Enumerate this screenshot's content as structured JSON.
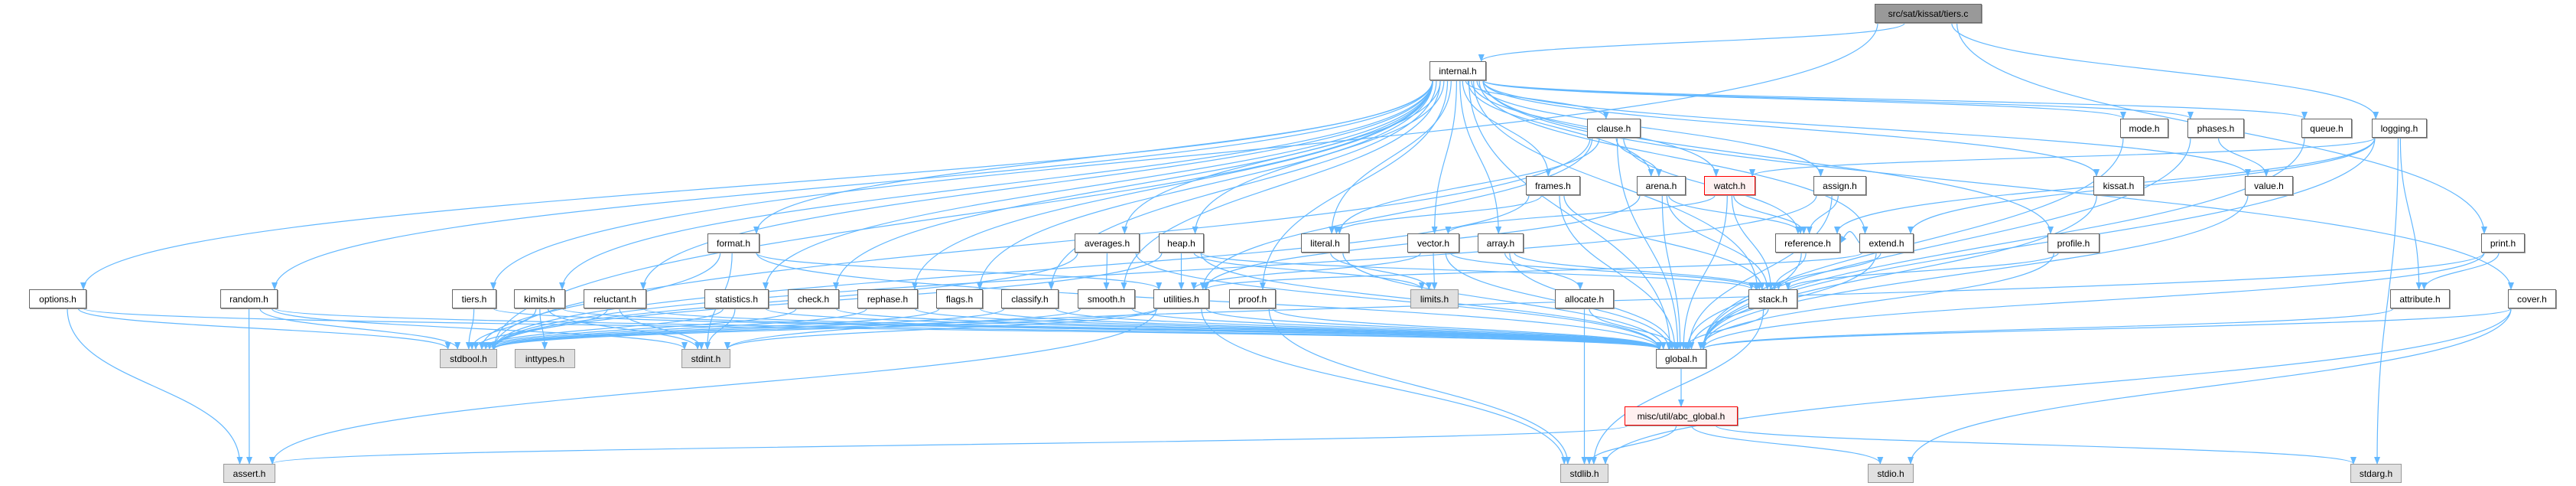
{
  "colors": {
    "edge": "#63b8ff",
    "node_border": "#666666",
    "external_fill": "#e0e0e0",
    "root_fill": "#999999",
    "truncated_border": "#ff0000"
  },
  "nodes": [
    {
      "id": "tiers_c",
      "label": "src/sat/kissat/tiers.c",
      "kind": "root"
    },
    {
      "id": "internal",
      "label": "internal.h",
      "kind": "normal"
    },
    {
      "id": "clause",
      "label": "clause.h",
      "kind": "normal"
    },
    {
      "id": "mode",
      "label": "mode.h",
      "kind": "normal"
    },
    {
      "id": "phases",
      "label": "phases.h",
      "kind": "normal"
    },
    {
      "id": "queue",
      "label": "queue.h",
      "kind": "normal"
    },
    {
      "id": "logging",
      "label": "logging.h",
      "kind": "normal"
    },
    {
      "id": "frames",
      "label": "frames.h",
      "kind": "normal"
    },
    {
      "id": "arena",
      "label": "arena.h",
      "kind": "normal"
    },
    {
      "id": "watch",
      "label": "watch.h",
      "kind": "red"
    },
    {
      "id": "assign",
      "label": "assign.h",
      "kind": "normal"
    },
    {
      "id": "kissat",
      "label": "kissat.h",
      "kind": "normal"
    },
    {
      "id": "value",
      "label": "value.h",
      "kind": "normal"
    },
    {
      "id": "format",
      "label": "format.h",
      "kind": "normal"
    },
    {
      "id": "averages",
      "label": "averages.h",
      "kind": "normal"
    },
    {
      "id": "heap",
      "label": "heap.h",
      "kind": "normal"
    },
    {
      "id": "literal",
      "label": "literal.h",
      "kind": "normal"
    },
    {
      "id": "vector",
      "label": "vector.h",
      "kind": "normal"
    },
    {
      "id": "array",
      "label": "array.h",
      "kind": "normal"
    },
    {
      "id": "reference",
      "label": "reference.h",
      "kind": "normal"
    },
    {
      "id": "extend",
      "label": "extend.h",
      "kind": "normal"
    },
    {
      "id": "profile",
      "label": "profile.h",
      "kind": "normal"
    },
    {
      "id": "print",
      "label": "print.h",
      "kind": "normal"
    },
    {
      "id": "options",
      "label": "options.h",
      "kind": "normal"
    },
    {
      "id": "random",
      "label": "random.h",
      "kind": "normal"
    },
    {
      "id": "tiers_h",
      "label": "tiers.h",
      "kind": "normal"
    },
    {
      "id": "kimits",
      "label": "kimits.h",
      "kind": "normal"
    },
    {
      "id": "reluctant",
      "label": "reluctant.h",
      "kind": "normal"
    },
    {
      "id": "statistics",
      "label": "statistics.h",
      "kind": "normal"
    },
    {
      "id": "check",
      "label": "check.h",
      "kind": "normal"
    },
    {
      "id": "rephase",
      "label": "rephase.h",
      "kind": "normal"
    },
    {
      "id": "flags",
      "label": "flags.h",
      "kind": "normal"
    },
    {
      "id": "classify",
      "label": "classify.h",
      "kind": "normal"
    },
    {
      "id": "smooth",
      "label": "smooth.h",
      "kind": "normal"
    },
    {
      "id": "utilities",
      "label": "utilities.h",
      "kind": "normal"
    },
    {
      "id": "proof",
      "label": "proof.h",
      "kind": "normal"
    },
    {
      "id": "limits",
      "label": "limits.h",
      "kind": "ext"
    },
    {
      "id": "allocate",
      "label": "allocate.h",
      "kind": "normal"
    },
    {
      "id": "stack",
      "label": "stack.h",
      "kind": "normal"
    },
    {
      "id": "attribute",
      "label": "attribute.h",
      "kind": "normal"
    },
    {
      "id": "cover",
      "label": "cover.h",
      "kind": "normal"
    },
    {
      "id": "stdbool",
      "label": "stdbool.h",
      "kind": "ext"
    },
    {
      "id": "inttypes",
      "label": "inttypes.h",
      "kind": "ext"
    },
    {
      "id": "stdint",
      "label": "stdint.h",
      "kind": "ext"
    },
    {
      "id": "global",
      "label": "global.h",
      "kind": "normal"
    },
    {
      "id": "abc_global",
      "label": "misc/util/abc_global.h",
      "kind": "red"
    },
    {
      "id": "assert",
      "label": "assert.h",
      "kind": "ext"
    },
    {
      "id": "stdlib",
      "label": "stdlib.h",
      "kind": "ext"
    },
    {
      "id": "stdio",
      "label": "stdio.h",
      "kind": "ext"
    },
    {
      "id": "stdarg",
      "label": "stdarg.h",
      "kind": "ext"
    }
  ],
  "edges": [
    [
      "tiers_c",
      "internal"
    ],
    [
      "tiers_c",
      "logging"
    ],
    [
      "tiers_c",
      "print"
    ],
    [
      "tiers_c",
      "tiers_h"
    ],
    [
      "internal",
      "arena"
    ],
    [
      "internal",
      "array"
    ],
    [
      "internal",
      "assign"
    ],
    [
      "internal",
      "averages"
    ],
    [
      "internal",
      "check"
    ],
    [
      "internal",
      "classify"
    ],
    [
      "internal",
      "clause"
    ],
    [
      "internal",
      "cover"
    ],
    [
      "internal",
      "extend"
    ],
    [
      "internal",
      "flags"
    ],
    [
      "internal",
      "format"
    ],
    [
      "internal",
      "frames"
    ],
    [
      "internal",
      "heap"
    ],
    [
      "internal",
      "kimits"
    ],
    [
      "internal",
      "kissat"
    ],
    [
      "internal",
      "literal"
    ],
    [
      "internal",
      "mode"
    ],
    [
      "internal",
      "options"
    ],
    [
      "internal",
      "phases"
    ],
    [
      "internal",
      "profile"
    ],
    [
      "internal",
      "proof"
    ],
    [
      "internal",
      "queue"
    ],
    [
      "internal",
      "random"
    ],
    [
      "internal",
      "reluctant"
    ],
    [
      "internal",
      "rephase"
    ],
    [
      "internal",
      "smooth"
    ],
    [
      "internal",
      "stack"
    ],
    [
      "internal",
      "statistics"
    ],
    [
      "internal",
      "stdbool"
    ],
    [
      "internal",
      "value"
    ],
    [
      "internal",
      "vector"
    ],
    [
      "internal",
      "watch"
    ],
    [
      "internal",
      "global"
    ],
    [
      "clause",
      "arena"
    ],
    [
      "clause",
      "literal"
    ],
    [
      "clause",
      "reference"
    ],
    [
      "clause",
      "utilities"
    ],
    [
      "clause",
      "stdbool"
    ],
    [
      "clause",
      "global"
    ],
    [
      "arena",
      "reference"
    ],
    [
      "arena",
      "stack"
    ],
    [
      "arena",
      "utilities"
    ],
    [
      "arena",
      "global"
    ],
    [
      "watch",
      "reference"
    ],
    [
      "watch",
      "stack"
    ],
    [
      "watch",
      "vector"
    ],
    [
      "watch",
      "global"
    ],
    [
      "assign",
      "reference"
    ],
    [
      "assign",
      "stdbool"
    ],
    [
      "assign",
      "global"
    ],
    [
      "frames",
      "literal"
    ],
    [
      "frames",
      "stack"
    ],
    [
      "frames",
      "stdbool"
    ],
    [
      "frames",
      "global"
    ],
    [
      "literal",
      "limits"
    ],
    [
      "literal",
      "global"
    ],
    [
      "vector",
      "limits"
    ],
    [
      "vector",
      "stack"
    ],
    [
      "vector",
      "utilities"
    ],
    [
      "vector",
      "global"
    ],
    [
      "array",
      "allocate"
    ],
    [
      "array",
      "stack"
    ],
    [
      "array",
      "global"
    ],
    [
      "allocate",
      "stdlib"
    ],
    [
      "allocate",
      "global"
    ],
    [
      "heap",
      "utilities"
    ],
    [
      "heap",
      "stack"
    ],
    [
      "heap",
      "stdbool"
    ],
    [
      "heap",
      "limits"
    ],
    [
      "heap",
      "global"
    ],
    [
      "averages",
      "smooth"
    ],
    [
      "averages",
      "stdbool"
    ],
    [
      "averages",
      "global"
    ],
    [
      "smooth",
      "stdbool"
    ],
    [
      "smooth",
      "global"
    ],
    [
      "utilities",
      "assert"
    ],
    [
      "utilities",
      "stdbool"
    ],
    [
      "utilities",
      "stdint"
    ],
    [
      "utilities",
      "stdlib"
    ],
    [
      "utilities",
      "global"
    ],
    [
      "format",
      "utilities"
    ],
    [
      "format",
      "stdbool"
    ],
    [
      "format",
      "stdint"
    ],
    [
      "format",
      "global"
    ],
    [
      "options",
      "assert"
    ],
    [
      "options",
      "stdbool"
    ],
    [
      "options",
      "global"
    ],
    [
      "random",
      "assert"
    ],
    [
      "random",
      "stdbool"
    ],
    [
      "random",
      "stdint"
    ],
    [
      "random",
      "global"
    ],
    [
      "tiers_h",
      "stdbool"
    ],
    [
      "tiers_h",
      "global"
    ],
    [
      "kimits",
      "inttypes"
    ],
    [
      "kimits",
      "stdbool"
    ],
    [
      "kimits",
      "stdint"
    ],
    [
      "kimits",
      "global"
    ],
    [
      "reluctant",
      "stdbool"
    ],
    [
      "reluctant",
      "stdint"
    ],
    [
      "reluctant",
      "global"
    ],
    [
      "statistics",
      "stdbool"
    ],
    [
      "statistics",
      "stdint"
    ],
    [
      "statistics",
      "global"
    ],
    [
      "check",
      "stdbool"
    ],
    [
      "check",
      "global"
    ],
    [
      "rephase",
      "stdbool"
    ],
    [
      "rephase",
      "global"
    ],
    [
      "flags",
      "stdbool"
    ],
    [
      "flags",
      "global"
    ],
    [
      "classify",
      "stdbool"
    ],
    [
      "classify",
      "global"
    ],
    [
      "proof",
      "stdlib"
    ],
    [
      "proof",
      "global"
    ],
    [
      "reference",
      "stack"
    ],
    [
      "reference",
      "global"
    ],
    [
      "extend",
      "reference"
    ],
    [
      "extend",
      "stack"
    ],
    [
      "extend",
      "utilities"
    ],
    [
      "extend",
      "global"
    ],
    [
      "profile",
      "stack"
    ],
    [
      "profile",
      "global"
    ],
    [
      "stack",
      "stdlib"
    ],
    [
      "stack",
      "global"
    ],
    [
      "logging",
      "watch"
    ],
    [
      "logging",
      "reference"
    ],
    [
      "logging",
      "extend"
    ],
    [
      "logging",
      "attribute"
    ],
    [
      "logging",
      "global"
    ],
    [
      "logging",
      "stdarg"
    ],
    [
      "print",
      "attribute"
    ],
    [
      "print",
      "global"
    ],
    [
      "print",
      "stdint"
    ],
    [
      "cover",
      "global"
    ],
    [
      "cover",
      "stdio"
    ],
    [
      "cover",
      "stdlib"
    ],
    [
      "attribute",
      "global"
    ],
    [
      "mode",
      "global"
    ],
    [
      "phases",
      "global"
    ],
    [
      "phases",
      "value"
    ],
    [
      "queue",
      "global"
    ],
    [
      "kissat",
      "global"
    ],
    [
      "value",
      "global"
    ],
    [
      "global",
      "abc_global"
    ],
    [
      "abc_global",
      "assert"
    ],
    [
      "abc_global",
      "stdlib"
    ],
    [
      "abc_global",
      "stdio"
    ],
    [
      "abc_global",
      "stdarg"
    ]
  ]
}
